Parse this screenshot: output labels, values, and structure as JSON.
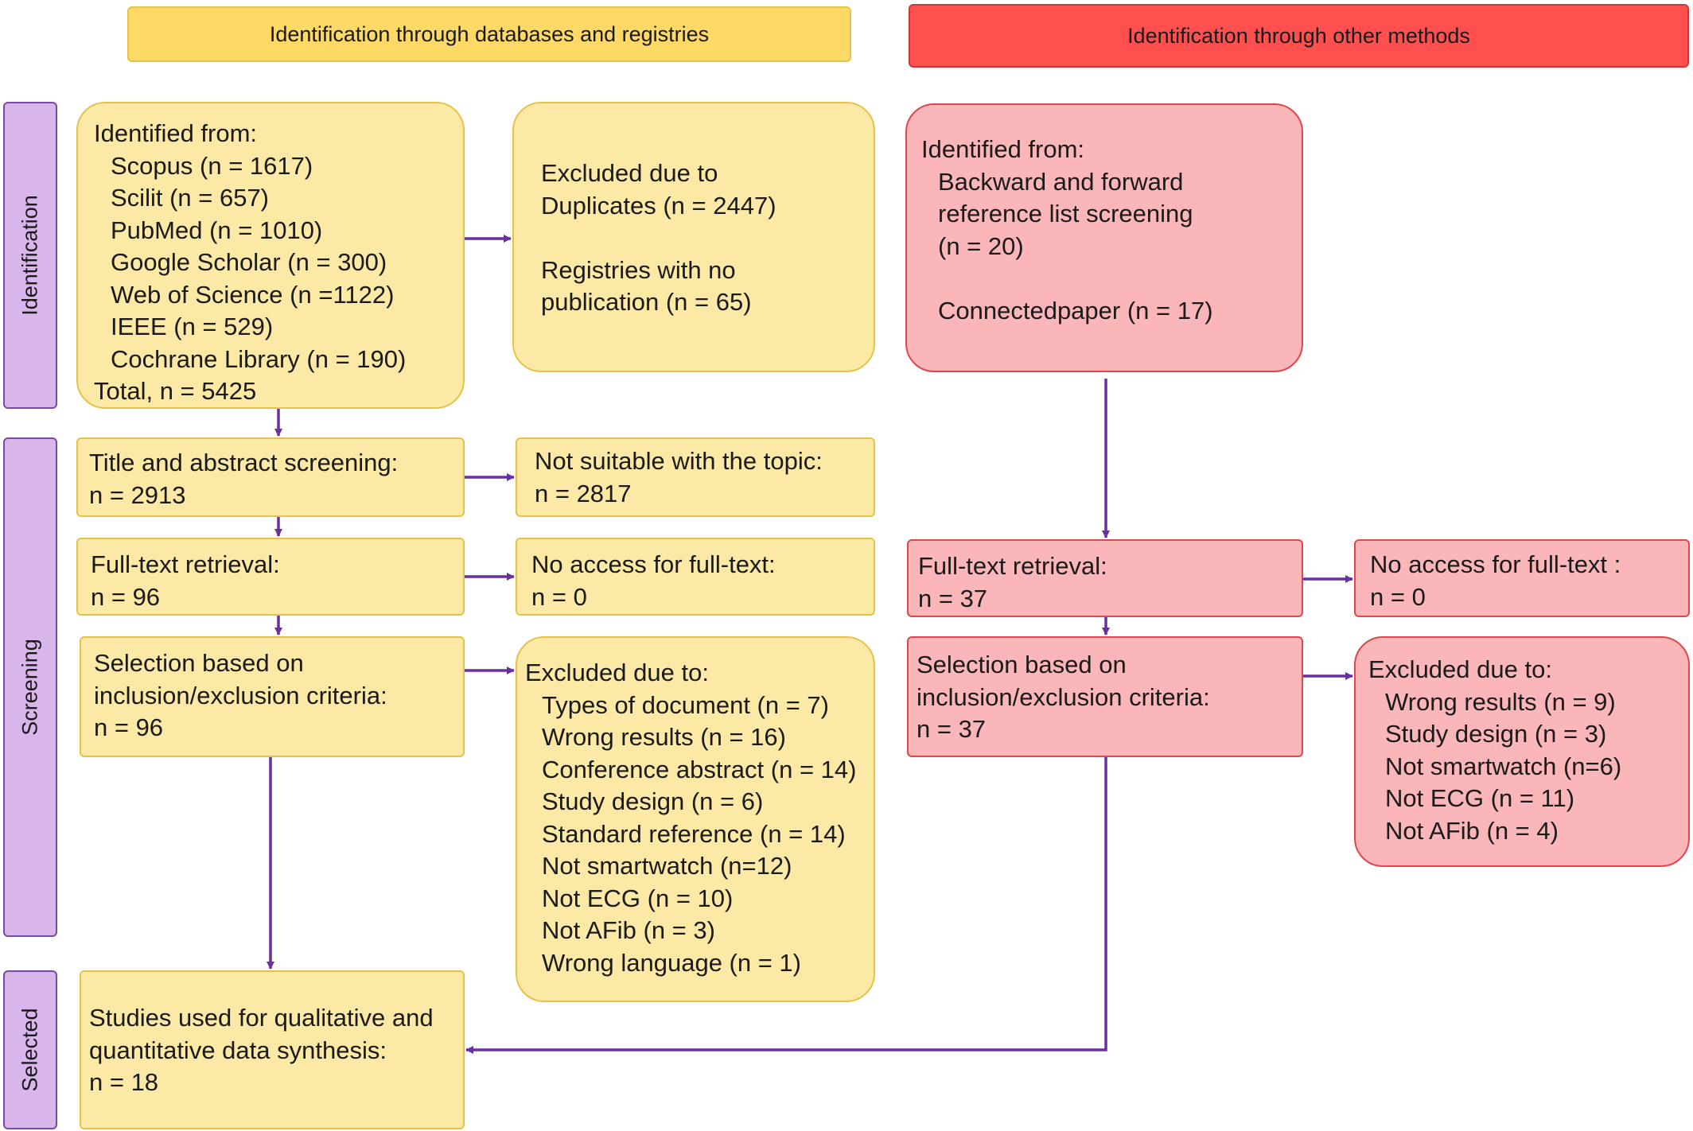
{
  "headers": {
    "left": "Identification through databases and registries",
    "right": "Identification through other methods"
  },
  "stages": {
    "identification": "Identification",
    "screening": "Screening",
    "selected": "Selected"
  },
  "db": {
    "identified": {
      "heading": "Identified from:",
      "items": [
        "Scopus (n = 1617)",
        "Scilit (n = 657)",
        "PubMed (n = 1010)",
        "Google Scholar (n = 300)",
        "Web of Science (n =1122)",
        "IEEE (n = 529)",
        "Cochrane Library (n = 190)"
      ],
      "total": "Total, n = 5425"
    },
    "excluded_duplicates": {
      "line1": "Excluded due to",
      "line2": "Duplicates (n = 2447)",
      "line3": "Registries with no",
      "line4": "publication (n = 65)"
    },
    "title_abstract": {
      "line1": "Title and abstract screening:",
      "line2": "n = 2913"
    },
    "not_suitable": {
      "line1": "Not suitable with the topic:",
      "line2": "n = 2817"
    },
    "fulltext": {
      "line1": "Full-text retrieval:",
      "line2": "n = 96"
    },
    "no_access": {
      "line1": "No access for full-text:",
      "line2": "n = 0"
    },
    "selection": {
      "line1": "Selection based on",
      "line2": "inclusion/exclusion criteria:",
      "line3": "n = 96"
    },
    "excluded": {
      "heading": "Excluded due to:",
      "items": [
        "Types of document (n = 7)",
        "Wrong results (n = 16)",
        "Conference abstract (n = 14)",
        "Study design (n = 6)",
        "Standard reference (n = 14)",
        "Not smartwatch (n=12)",
        "Not ECG (n = 10)",
        "Not AFib (n = 3)",
        "Wrong language (n = 1)"
      ]
    },
    "studies": {
      "line1": "Studies used for qualitative and",
      "line2": "quantitative data synthesis:",
      "line3": "n = 18"
    }
  },
  "other": {
    "identified": {
      "heading": "Identified from:",
      "line1": "Backward and forward",
      "line2": "reference list screening",
      "line3": "(n = 20)",
      "line4": "Connectedpaper (n = 17)"
    },
    "fulltext": {
      "line1": "Full-text retrieval:",
      "line2": "n = 37"
    },
    "no_access": {
      "line1": "No access for full-text :",
      "line2": "n = 0"
    },
    "selection": {
      "line1": "Selection based on",
      "line2": "inclusion/exclusion criteria:",
      "line3": "n = 37"
    },
    "excluded": {
      "heading": "Excluded due to:",
      "items": [
        "Wrong results (n = 9)",
        "Study design (n = 3)",
        "Not smartwatch (n=6)",
        "Not ECG (n = 11)",
        "Not AFib (n = 4)"
      ]
    }
  },
  "colors": {
    "yellow_fill": "#fde9a6",
    "yellow_header": "#ffd966",
    "red_fill": "#fbb6b9",
    "red_header": "#ff4f4f",
    "stage_fill": "#d8b5ea",
    "arrow": "#6a2fa0"
  }
}
